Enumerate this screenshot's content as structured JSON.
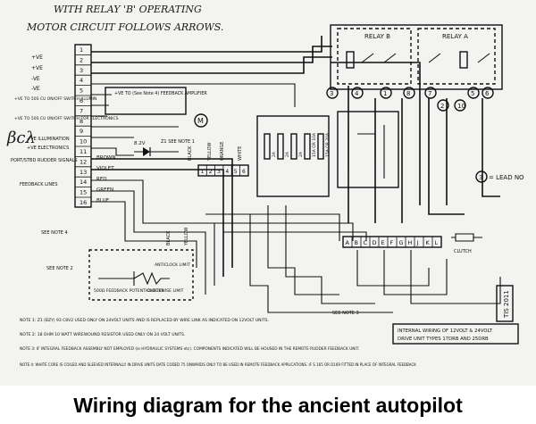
{
  "caption": "Wiring diagram for the ancient autopilot",
  "header_note": {
    "line1": "WITH RELAY 'B' OPERATING",
    "line2": "MOTOR CIRCUIT FOLLOWS ARROWS."
  },
  "relays": {
    "b": "RELAY B",
    "a": "RELAY A"
  },
  "lead_legend": "= LEAD NO",
  "lead_legend_number": "3",
  "relay_leads": [
    "3",
    "4",
    "1",
    "8",
    "7",
    "2",
    "10",
    "5",
    "6"
  ],
  "terminal_numbers": [
    "1",
    "2",
    "3",
    "4",
    "5",
    "6",
    "7",
    "8",
    "9",
    "10",
    "11",
    "12",
    "13",
    "14",
    "15",
    "16"
  ],
  "left_labels": {
    "plus_ve_1": "+VE",
    "plus_ve_2": "+VE",
    "minus_ve_1": "-VE",
    "minus_ve_2": "-VE",
    "feedback_switch": "+VE TO 50S CU ON/OFF SWITCH ILLUMIN",
    "electronics_switch": "+VE TO 50S CU ON/OFF SWITCH FOR ELECTRONICS",
    "illumination": "+VE ILLUMINATION",
    "electronics": "+VE ELECTRONICS",
    "port_stbd": "PORT/STBD RUDDER SIGNALS",
    "feedback_lines": "FEEDBACK LINES",
    "see_note_4": "SEE NOTE 4",
    "see_note_2": "SEE NOTE 2"
  },
  "wire_colors": [
    "BROWN",
    "VIOLET",
    "RED",
    "GREEN",
    "BLUE"
  ],
  "motor_labels": {
    "feedback_amplifier": "+VE TO (See Note 4) FEEDBACK AMPLIFIER",
    "zener": "8.2V",
    "note_1": "Z1 SEE NOTE 1",
    "feedback_pot": "500Ω FEEDBACK POTENTIOMETER",
    "anticlock": "ANTICLOCK LIMIT",
    "clockwise": "CLOCKWISE LIMIT",
    "clutch": "CLUTCH",
    "motor": "M",
    "see_note_3": "SEE NOTE 3",
    "black": "BLACK",
    "yellow": "YELLOW",
    "orange": "ORANGE",
    "white": "WHITE"
  },
  "small_terminals": [
    "1",
    "2",
    "3",
    "4",
    "5",
    "6"
  ],
  "letter_terminals": [
    "A",
    "B",
    "C",
    "D",
    "E",
    "F",
    "G",
    "H",
    "J",
    "K",
    "L"
  ],
  "fuse_labels": [
    "2A",
    "2A",
    "2A",
    "15A OR 10A",
    "15A OR 20A"
  ],
  "internal_wiring": {
    "line1": "INTERNAL WIRING OF 12VOLT & 24VOLT",
    "line2": "DRIVE UNIT TYPES 17DRB AND 25DRB"
  },
  "tis": "TIS 2011",
  "notes": [
    "NOTE 1: Z1 (BZY) 93 C8V2 USED ONLY ON 24VOLT UNITS AND IS REPLACED BY WIRE LINK AS INDICATED ON 12VOLT UNITS.",
    "NOTE 2: 18 OHM 10 WATT WIREWOUND RESISTOR USED ONLY ON 24 VOLT UNITS.",
    "NOTE 3: IF INTEGRAL FEEDBACK ASSEMBLY NOT EMPLOYED (ie HYDRAULIC SYSTEMS etc). COMPONENTS INDICATED WILL BE HOUSED IN THE REMOTE RUDDER FEEDBACK UNIT.",
    "NOTE 4: WHITE CORE IS COILED AND SLEEVED INTERNALLY IN DRIVE UNITS DATE CODED 75 ONWARDS ONLY TO BE USED IN REMOTE FEEDBACK APPLICATIONS. IF S 165 OR D169 FITTED IN PLACE OF INTEGRAL FEEDBACK"
  ]
}
